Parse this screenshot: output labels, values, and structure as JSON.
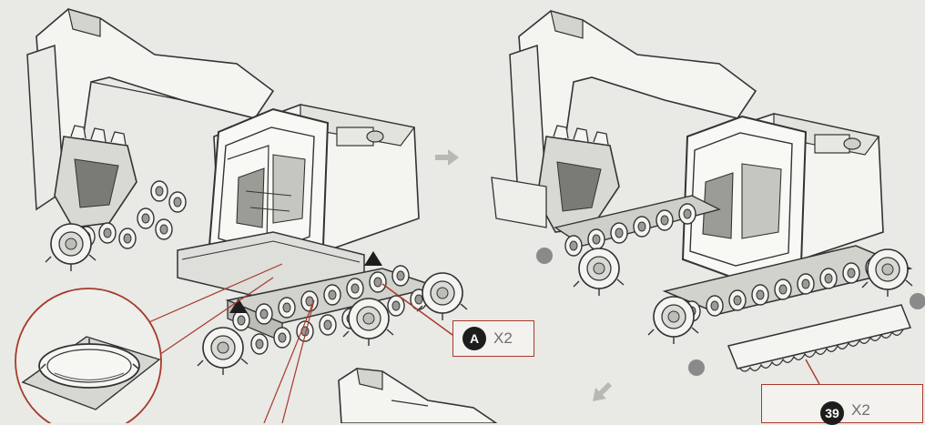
{
  "callouts": {
    "part_a": {
      "letter": "A",
      "quantity": "X2"
    },
    "part_39": {
      "number": "39",
      "quantity": "X2"
    }
  },
  "icons": {
    "step_arrow": "right-arrow-icon",
    "next_arrow": "diagonal-arrow-icon",
    "direction_marker": "triangle-marker-icon",
    "attach_point": "dot-marker-icon"
  },
  "colors": {
    "line": "#333333",
    "panel": "#f4f4f1",
    "shade": "#bdbdb8",
    "callout_border": "#a63a2a",
    "marker": "#8a8a8a"
  }
}
